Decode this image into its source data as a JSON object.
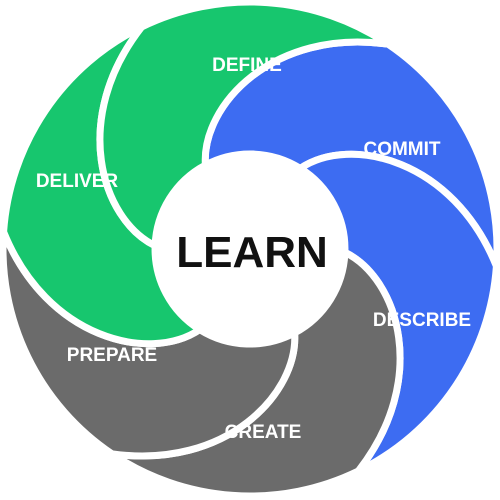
{
  "center": {
    "label": "LEARN"
  },
  "segments": [
    {
      "label": "DEFINE",
      "color": "#3d6cf2"
    },
    {
      "label": "COMMIT",
      "color": "#3d6cf2"
    },
    {
      "label": "DESCRIBE",
      "color": "#6b6b6b"
    },
    {
      "label": "CREATE",
      "color": "#6b6b6b"
    },
    {
      "label": "PREPARE",
      "color": "#17c66e"
    },
    {
      "label": "DELIVER",
      "color": "#17c66e"
    }
  ]
}
